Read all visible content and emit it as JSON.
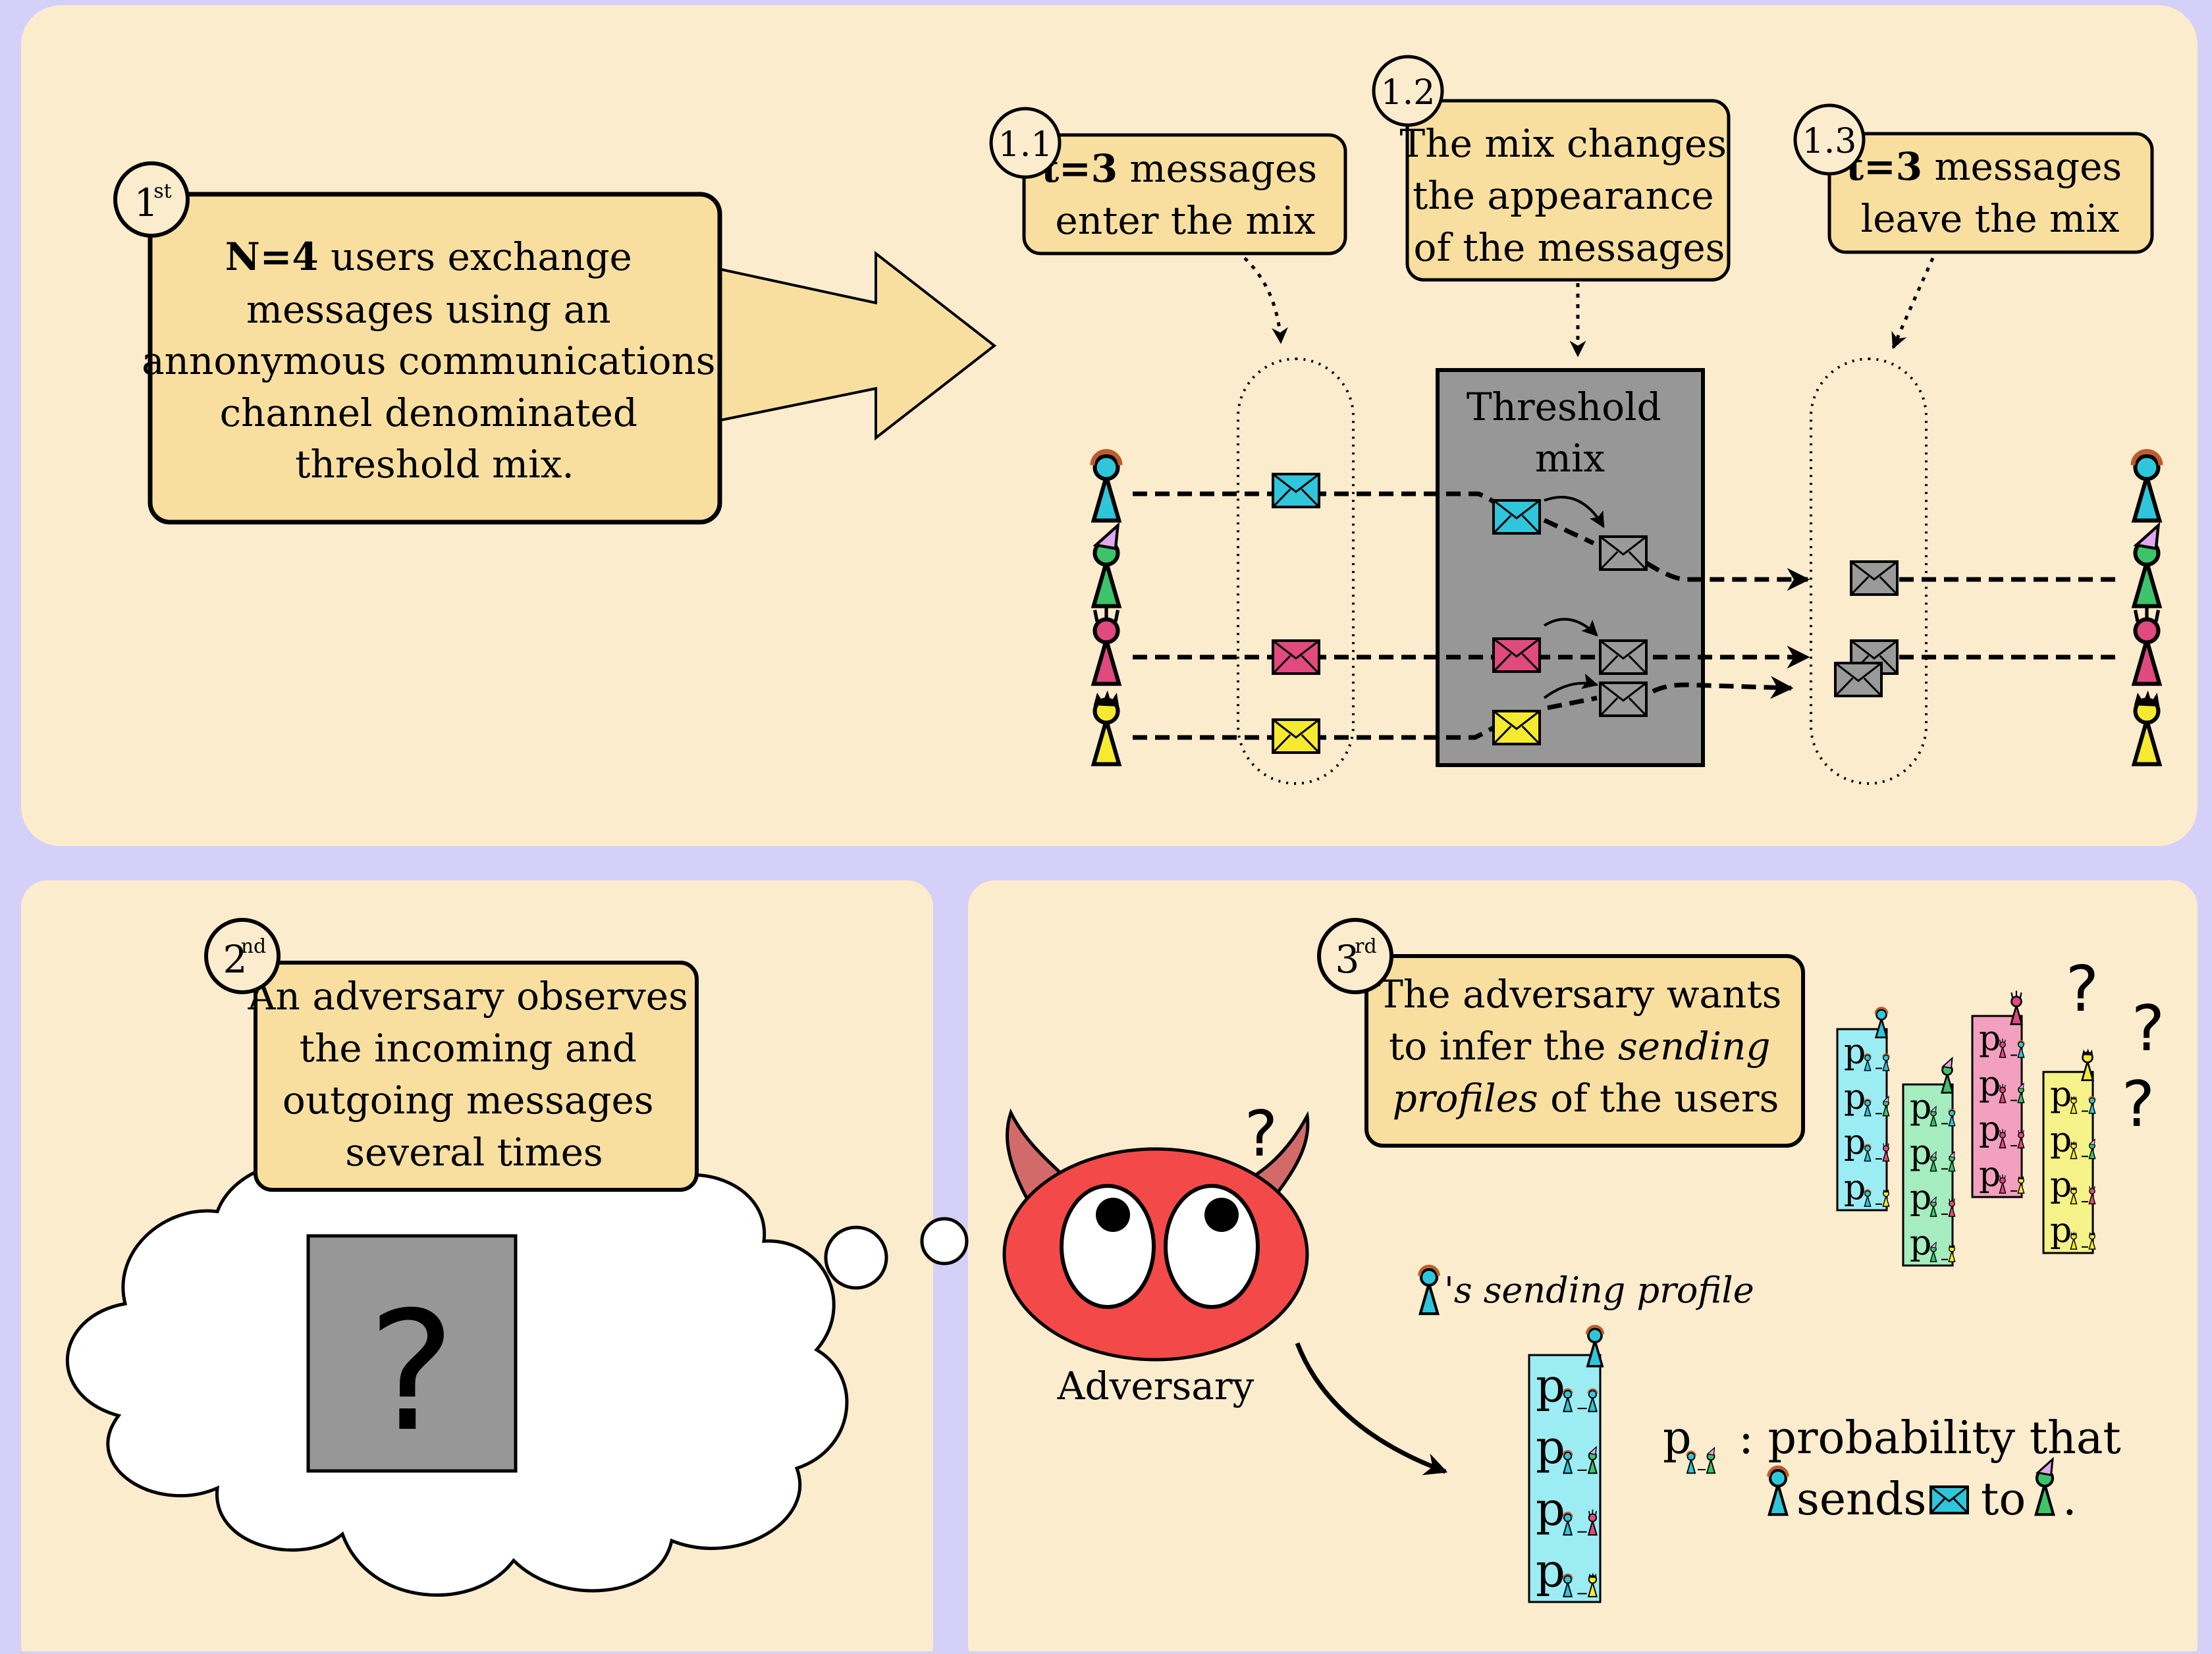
{
  "colors": {
    "background": "#d5d0f7",
    "panel": "#fcecce",
    "callout": "#f8dfa0",
    "mix_box": "#979797",
    "user_blue": "#2fc6dc",
    "user_green": "#3cc46a",
    "user_pink": "#e04a7e",
    "user_yellow": "#f5ea30",
    "envelope_gray": "#9a9a9a",
    "adversary_red": "#f44949",
    "profile_blue": "#9cecf3",
    "profile_green": "#a5ecbf",
    "profile_pink": "#f3a0bf",
    "profile_yellow": "#f6f28a"
  },
  "step1": {
    "badge": {
      "number": "1",
      "suffix": "st"
    },
    "text_lines": [
      {
        "bold": "N=4",
        "rest": " users exchange"
      },
      {
        "bold": "",
        "rest": "messages using an"
      },
      {
        "bold": "",
        "rest": "annonymous communications"
      },
      {
        "bold": "",
        "rest": "channel denominated"
      },
      {
        "bold": "",
        "rest": "threshold mix."
      }
    ]
  },
  "step1_1": {
    "badge": "1.1",
    "line1_bold": "t=3",
    "line1_rest": " messages",
    "line2": "enter the mix"
  },
  "step1_2": {
    "badge": "1.2",
    "lines": [
      "The mix changes",
      "the appearance",
      "of the messages"
    ]
  },
  "step1_3": {
    "badge": "1.3",
    "line1_bold": "t=3",
    "line1_rest": " messages",
    "line2": "leave the mix"
  },
  "mix_label": [
    "Threshold",
    "mix"
  ],
  "step2": {
    "badge": {
      "number": "2",
      "suffix": "nd"
    },
    "lines": [
      "An adversary observes",
      "the incoming and",
      "outgoing messages",
      "several times"
    ],
    "unknown_mix_symbol": "?"
  },
  "step3": {
    "badge": {
      "number": "3",
      "suffix": "rd"
    },
    "line1": "The adversary wants",
    "line2_a": "to infer the ",
    "line2_b": "sending",
    "line3_a": "profiles",
    "line3_b": " of the users"
  },
  "adversary": {
    "label": "Adversary",
    "thought_mark": "?"
  },
  "question_marks": [
    "?",
    "?",
    "?"
  ],
  "profile_symbol": "p",
  "sending_profile_caption": "'s sending profile",
  "legend": {
    "prob_text": ": probability that",
    "sends_text": "sends",
    "to_text": "to",
    "end": "."
  }
}
